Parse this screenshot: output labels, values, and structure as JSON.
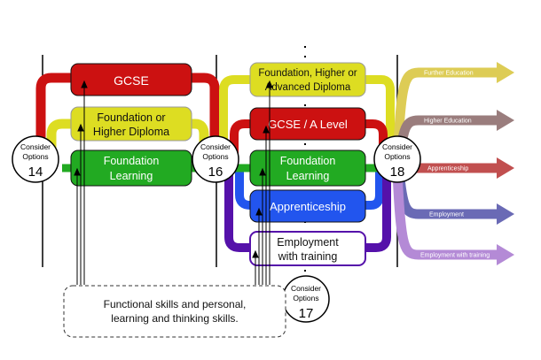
{
  "colors": {
    "red": "#cc1111",
    "yellow": "#dddd22",
    "green": "#22aa22",
    "blue": "#2255ee",
    "purple": "#5511aa",
    "dest_yellow": "#ddcc55",
    "dest_brown": "#9a7d7d",
    "dest_red": "#c14f4f",
    "dest_blue": "#6a6ab5",
    "dest_violet": "#b48ad6"
  },
  "stage1": {
    "gcse": "GCSE",
    "diploma": [
      "Foundation or",
      "Higher Diploma"
    ],
    "foundation": [
      "Foundation",
      "Learning"
    ]
  },
  "stage2": {
    "diploma": [
      "Foundation, Higher or",
      "Advanced Diploma"
    ],
    "gcse_alevel": "GCSE / A Level",
    "foundation": [
      "Foundation",
      "Learning"
    ],
    "apprenticeship": "Apprenticeship",
    "employment": [
      "Employment",
      "with training"
    ]
  },
  "options": [
    {
      "label": [
        "Consider",
        "Options"
      ],
      "age": "14"
    },
    {
      "label": [
        "Consider",
        "Options"
      ],
      "age": "16"
    },
    {
      "label": [
        "Consider",
        "Options"
      ],
      "age": "18"
    },
    {
      "label": [
        "Consider",
        "Options"
      ],
      "age": "17"
    }
  ],
  "destinations": [
    "Further Education",
    "Higher Education",
    "Apprenticeship",
    "Employment",
    "Employment with training"
  ],
  "skills": [
    "Functional skills and personal,",
    "learning and thinking skills."
  ]
}
